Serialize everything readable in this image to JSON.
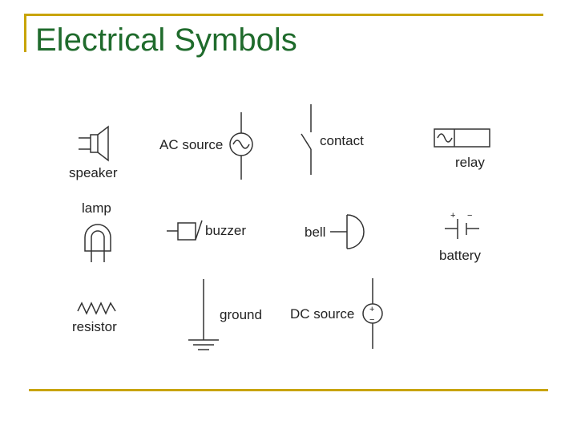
{
  "slide": {
    "title": "Electrical Symbols"
  },
  "symbols": {
    "speaker": "speaker",
    "ac_source": "AC source",
    "contact": "contact",
    "relay": "relay",
    "lamp": "lamp",
    "buzzer": "buzzer",
    "bell": "bell",
    "battery": "battery",
    "resistor": "resistor",
    "ground": "ground",
    "dc_source": "DC source",
    "plus_sign": "+",
    "minus_sign": "−"
  },
  "colors": {
    "accent": "#c8a400",
    "title": "#1f6b2c",
    "stroke": "#333333"
  }
}
